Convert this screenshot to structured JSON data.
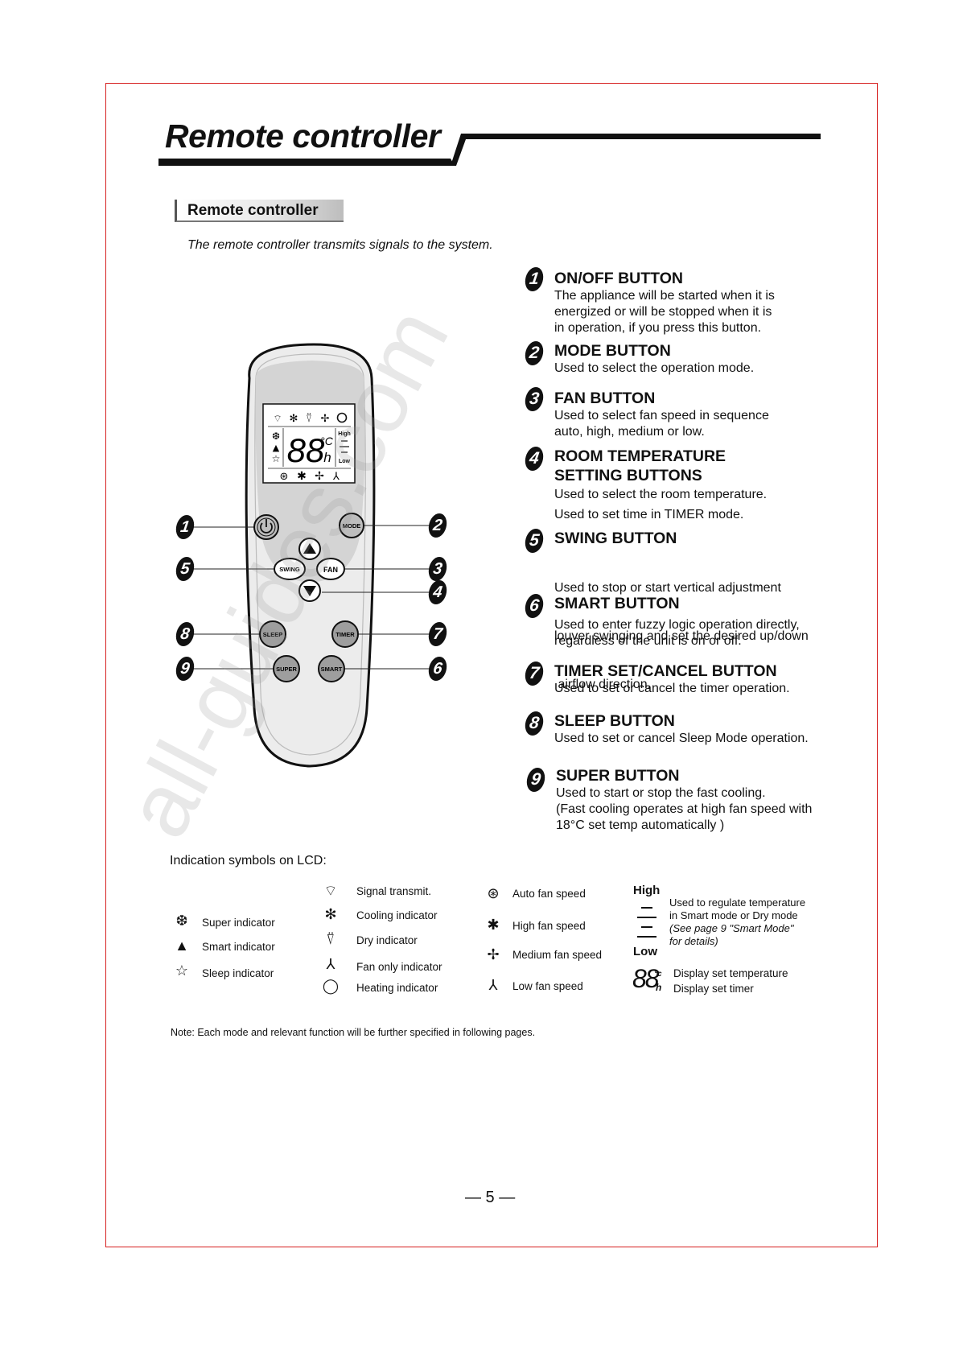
{
  "header": {
    "title": "Remote controller"
  },
  "section": {
    "label": "Remote controller",
    "intro": "The remote controller transmits signals  to the system."
  },
  "remote": {
    "lcd": {
      "digits": "88",
      "unit_c": "°C",
      "unit_h": "h",
      "high": "High",
      "low": "Low"
    },
    "buttons": {
      "mode": "MODE",
      "swing": "SWING",
      "fan": "FAN",
      "sleep": "SLEEP",
      "timer": "TIMER",
      "super": "SUPER",
      "smart": "SMART"
    },
    "callouts": [
      "1",
      "2",
      "3",
      "4",
      "5",
      "6",
      "7",
      "8",
      "9"
    ]
  },
  "features": [
    {
      "num": "1",
      "title": "ON/OFF BUTTON",
      "lines": [
        "The appliance will be started when it is",
        "energized or will be stopped when it is",
        "in operation, if you press this button."
      ]
    },
    {
      "num": "2",
      "title": "MODE BUTTON",
      "lines": [
        "Used to select the operation mode."
      ]
    },
    {
      "num": "3",
      "title": "FAN BUTTON",
      "lines": [
        "Used to select fan speed in sequence",
        "auto, high, medium or low."
      ]
    },
    {
      "num": "4",
      "title": "ROOM TEMPERATURE",
      "title2": "SETTING BUTTONS",
      "lines": [
        "Used to select the room temperature.",
        "Used to set time in TIMER mode."
      ]
    },
    {
      "num": "5",
      "title": "SWING BUTTON",
      "lines": [
        "Used to stop or start vertical adjustment",
        "louver swinging and set the desired up/down",
        " airflow direction."
      ]
    },
    {
      "num": "6",
      "title": "SMART BUTTON",
      "lines": [
        "Used to enter fuzzy logic operation directly,",
        "regardless of the unit is on or off."
      ]
    },
    {
      "num": "7",
      "title": "TIMER SET/CANCEL BUTTON",
      "lines": [
        "Used to set or cancel the timer operation."
      ]
    },
    {
      "num": "8",
      "title": "SLEEP BUTTON",
      "lines": [
        "Used to set or cancel Sleep Mode operation."
      ]
    },
    {
      "num": "9",
      "title": "SUPER BUTTON",
      "lines": [
        "Used to start or stop the fast cooling.",
        "(Fast cooling operates at high fan speed with",
        "18°C set temp automatically )"
      ]
    }
  ],
  "lcd_symbols": {
    "heading": "Indication symbols on LCD:",
    "col1": [
      {
        "icon": "super-icon",
        "label": "Super indicator"
      },
      {
        "icon": "smart-icon",
        "label": "Smart indicator"
      },
      {
        "icon": "sleep-icon",
        "label": "Sleep indicator"
      }
    ],
    "col2": [
      {
        "icon": "signal-icon",
        "label": "Signal transmit."
      },
      {
        "icon": "cooling-icon",
        "label": "Cooling indicator"
      },
      {
        "icon": "dry-icon",
        "label": "Dry indicator"
      },
      {
        "icon": "fan-only-icon",
        "label": "Fan only indicator"
      },
      {
        "icon": "heating-icon",
        "label": "Heating indicator"
      }
    ],
    "col3": [
      {
        "icon": "auto-fan-icon",
        "label": "Auto fan speed"
      },
      {
        "icon": "high-fan-icon",
        "label": "High fan speed"
      },
      {
        "icon": "medium-fan-icon",
        "label": "Medium fan speed"
      },
      {
        "icon": "low-fan-icon",
        "label": "Low fan speed"
      }
    ],
    "col4": {
      "high": "High",
      "low": "Low",
      "desc_lines": [
        "Used to regulate temperature",
        "in Smart mode or Dry mode"
      ],
      "desc_italic": [
        "(See page 9 \"Smart Mode\"",
        "for details)"
      ],
      "digits": "88",
      "unit_c": "°c",
      "unit_h": "h",
      "display_temp": "Display set temperature",
      "display_timer": "Display set timer"
    }
  },
  "note": "Note: Each mode and relevant function will be further specified in following pages.",
  "page_number": "— 5 —",
  "watermark": "all-guides.com"
}
